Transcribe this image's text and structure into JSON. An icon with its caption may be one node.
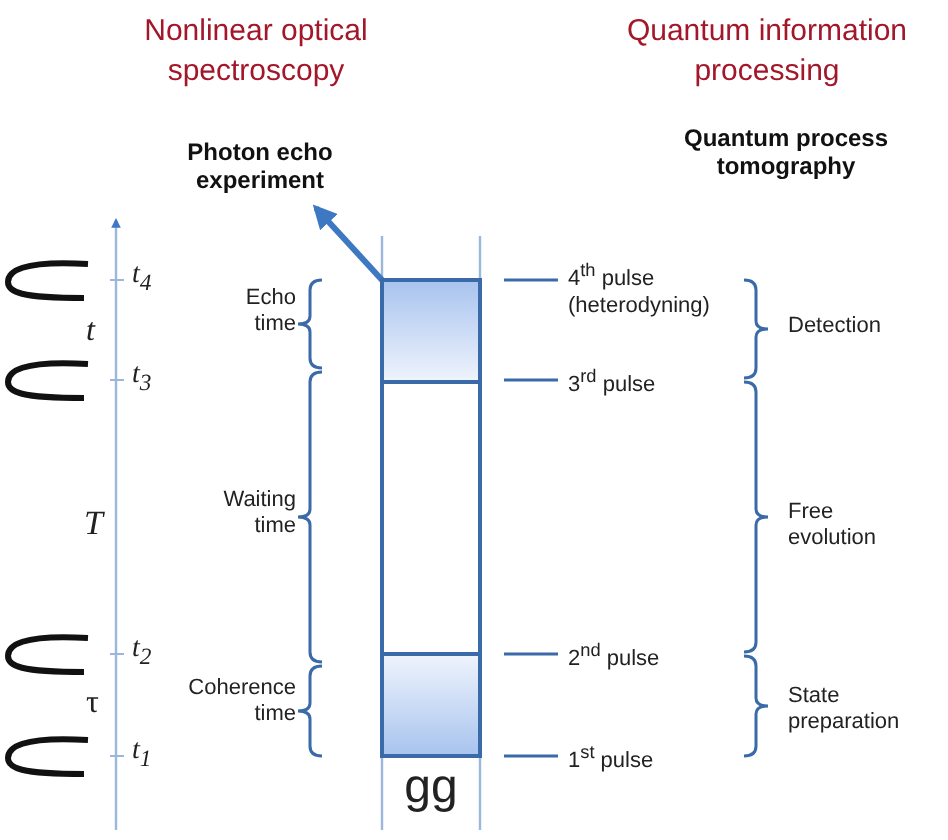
{
  "diagram": {
    "nodes": [
      {
        "text": [
          "Photon echo experiment"
        ]
      },
      {
        "text": [],
        "shape": "box",
        "beside": [
          "gg"
        ]
      }
    ],
    "edges": [
      {
        "from": 1,
        "to": 0,
        "arrow": "to"
      }
    ],
    "labels": [
      "Nonlinear optical spectroscopy",
      "Quantum information processing",
      "Quantum process tomography",
      "t$_{4}$",
      "t$_{3}$",
      "t$_{2}$",
      "t$_{1}$",
      "t",
      "T",
      "τ",
      "Echo time",
      "Waiting time",
      "Coherence time",
      "4$^{th}$ pulse (heterodyning)",
      "3$^{rd}$ pulse",
      "2$^{nd}$ pulse",
      "1$^{st}$ pulse",
      "Detection",
      "Free evolution",
      "State preparation"
    ]
  }
}
